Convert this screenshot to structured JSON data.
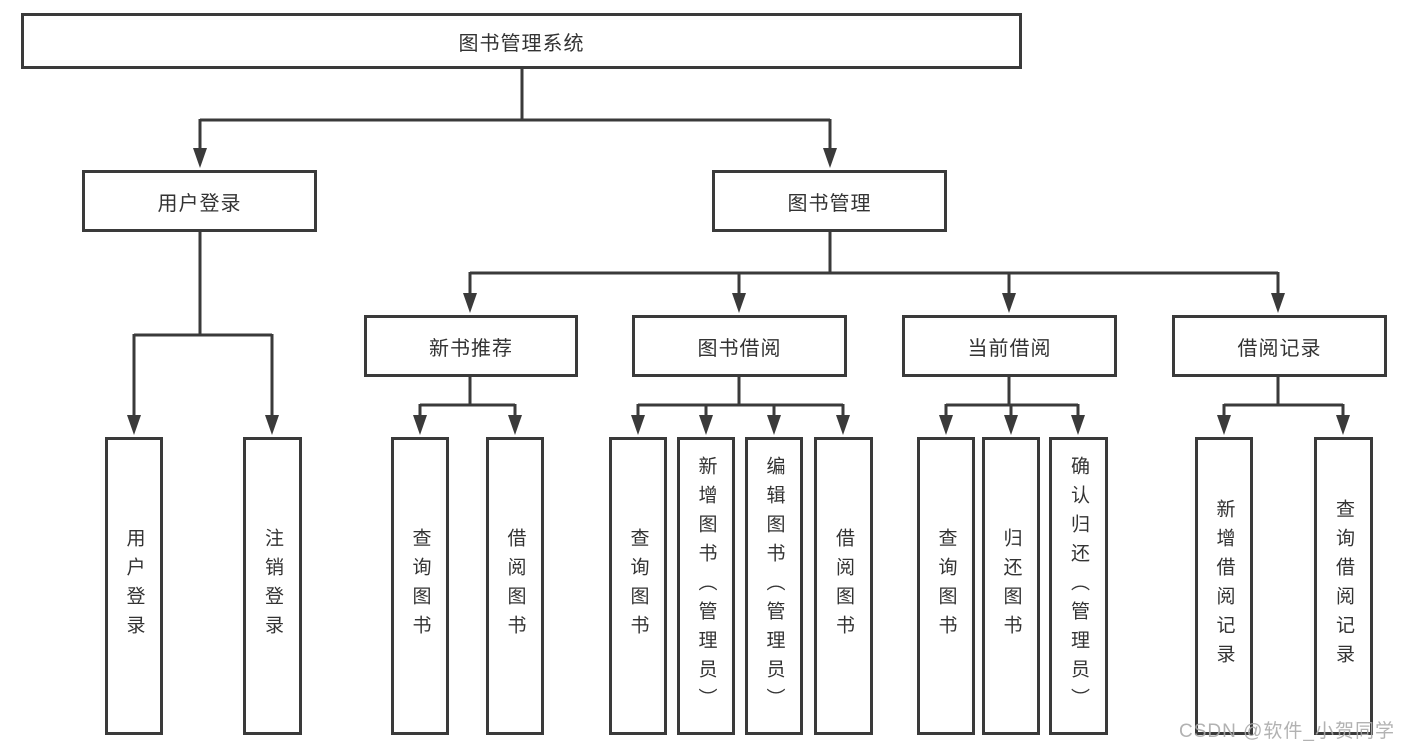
{
  "nodes": {
    "root": "图书管理系统",
    "user_login": "用户登录",
    "book_mgmt": "图书管理",
    "new_book_rec": "新书推荐",
    "book_borrow": "图书借阅",
    "current_borrow": "当前借阅",
    "borrow_record": "借阅记录",
    "leaf_user_login": "用户登录",
    "leaf_logout": "注销登录",
    "leaf_nb_query": "查询图书",
    "leaf_nb_borrow": "借阅图书",
    "leaf_bb_query": "查询图书",
    "leaf_bb_add": "新增图书（管理员）",
    "leaf_bb_edit": "编辑图书（管理员）",
    "leaf_bb_borrow": "借阅图书",
    "leaf_cb_query": "查询图书",
    "leaf_cb_return": "归还图书",
    "leaf_cb_confirm": "确认归还（管理员）",
    "leaf_br_add": "新增借阅记录",
    "leaf_br_query": "查询借阅记录"
  },
  "watermark": "CSDN @软件_小贺同学",
  "colors": {
    "line": "#3a3a3a",
    "text": "#333333",
    "watermark": "#aaaaaa",
    "background": "#ffffff"
  }
}
